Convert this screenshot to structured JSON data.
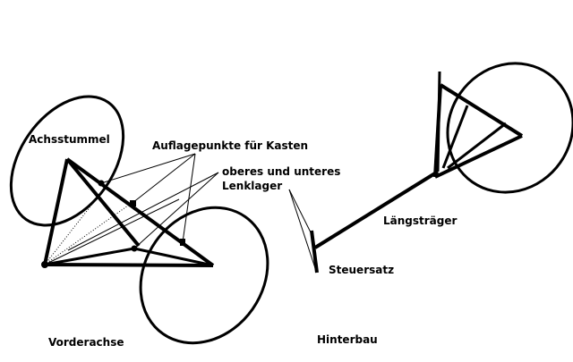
{
  "labels": {
    "achsstummel": "Achsstummel",
    "auflagepunkte": "Auflagepunkte für Kasten",
    "lenklager_line1": "oberes und unteres",
    "lenklager_line2": "Lenklager",
    "laengstraeger": "Längsträger",
    "steuersatz": "Steuersatz",
    "vorderachse": "Vorderachse",
    "hinterbau": "Hinterbau"
  },
  "colors": {
    "ink": "#000000",
    "background": "#ffffff"
  }
}
